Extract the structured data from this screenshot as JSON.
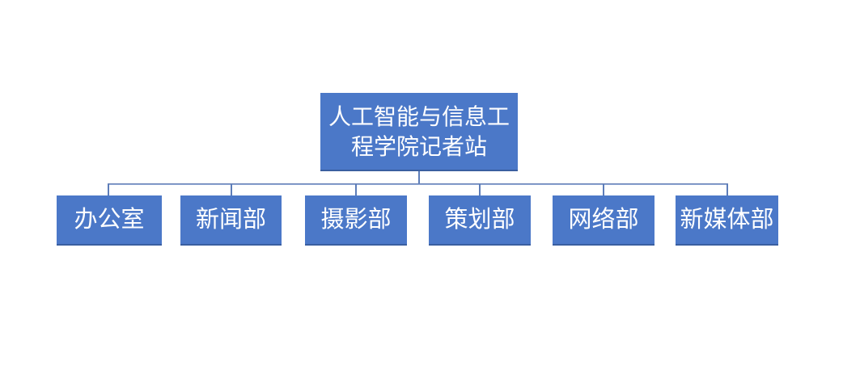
{
  "diagram": {
    "type": "org-chart",
    "root": {
      "label": "人工智能与信息工程学院记者站"
    },
    "children": [
      {
        "label": "办公室"
      },
      {
        "label": "新闻部"
      },
      {
        "label": "摄影部"
      },
      {
        "label": "策划部"
      },
      {
        "label": "网络部"
      },
      {
        "label": "新媒体部"
      }
    ],
    "colors": {
      "box_fill": "#4b78c8",
      "box_bottom_edge": "#3a5fa0",
      "box_text": "#ffffff",
      "connector": "#5d7db9",
      "background": "#ffffff"
    }
  }
}
